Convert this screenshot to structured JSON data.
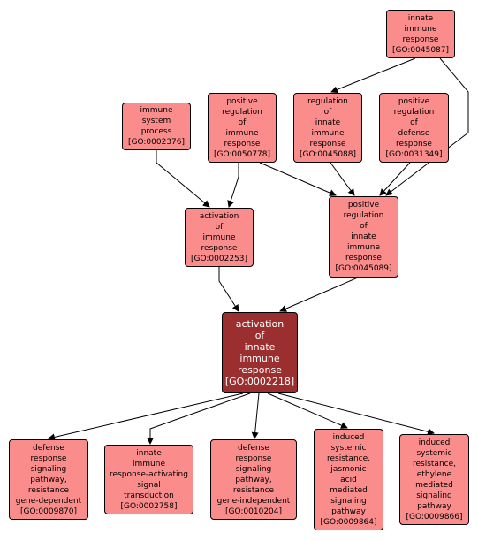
{
  "colors": {
    "node_fill": "#fa8c8c",
    "focus_fill": "#9b2e2e",
    "edge": "#000000"
  },
  "nodes": [
    {
      "id": "GO:0045087",
      "text": "innate\nimmune\nresponse\n[GO:0045087]"
    },
    {
      "id": "GO:0002376",
      "text": "immune\nsystem\nprocess\n[GO:0002376]"
    },
    {
      "id": "GO:0050778",
      "text": "positive\nregulation\nof\nimmune\nresponse\n[GO:0050778]"
    },
    {
      "id": "GO:0045088",
      "text": "regulation\nof\ninnate\nimmune\nresponse\n[GO:0045088]"
    },
    {
      "id": "GO:0031349",
      "text": "positive\nregulation\nof\ndefense\nresponse\n[GO:0031349]"
    },
    {
      "id": "GO:0002253",
      "text": "activation\nof\nimmune\nresponse\n[GO:0002253]"
    },
    {
      "id": "GO:0045089",
      "text": "positive\nregulation\nof\ninnate\nimmune\nresponse\n[GO:0045089]"
    },
    {
      "id": "GO:0002218",
      "text": "activation\nof\ninnate\nimmune\nresponse\n[GO:0002218]",
      "focus": true
    },
    {
      "id": "GO:0009870",
      "text": "defense\nresponse\nsignaling\npathway,\nresistance\ngene-dependent\n[GO:0009870]"
    },
    {
      "id": "GO:0002758",
      "text": "innate\nimmune\nresponse-activating\nsignal\ntransduction\n[GO:0002758]"
    },
    {
      "id": "GO:0010204",
      "text": "defense\nresponse\nsignaling\npathway,\nresistance\ngene-independent\n[GO:0010204]"
    },
    {
      "id": "GO:0009864",
      "text": "induced\nsystemic\nresistance,\njasmonic\nacid\nmediated\nsignaling\npathway\n[GO:0009864]"
    },
    {
      "id": "GO:0009866",
      "text": "induced\nsystemic\nresistance,\nethylene\nmediated\nsignaling\npathway\n[GO:0009866]"
    }
  ],
  "edges": [
    {
      "from": "GO:0045087",
      "to": "GO:0045088"
    },
    {
      "from": "GO:0045087",
      "to": "GO:0045089"
    },
    {
      "from": "GO:0002376",
      "to": "GO:0002253"
    },
    {
      "from": "GO:0050778",
      "to": "GO:0002253"
    },
    {
      "from": "GO:0050778",
      "to": "GO:0045089"
    },
    {
      "from": "GO:0045088",
      "to": "GO:0045089"
    },
    {
      "from": "GO:0031349",
      "to": "GO:0045089"
    },
    {
      "from": "GO:0002253",
      "to": "GO:0002218"
    },
    {
      "from": "GO:0045089",
      "to": "GO:0002218"
    },
    {
      "from": "GO:0002218",
      "to": "GO:0009870"
    },
    {
      "from": "GO:0002218",
      "to": "GO:0002758"
    },
    {
      "from": "GO:0002218",
      "to": "GO:0010204"
    },
    {
      "from": "GO:0002218",
      "to": "GO:0009864"
    },
    {
      "from": "GO:0002218",
      "to": "GO:0009866"
    }
  ]
}
